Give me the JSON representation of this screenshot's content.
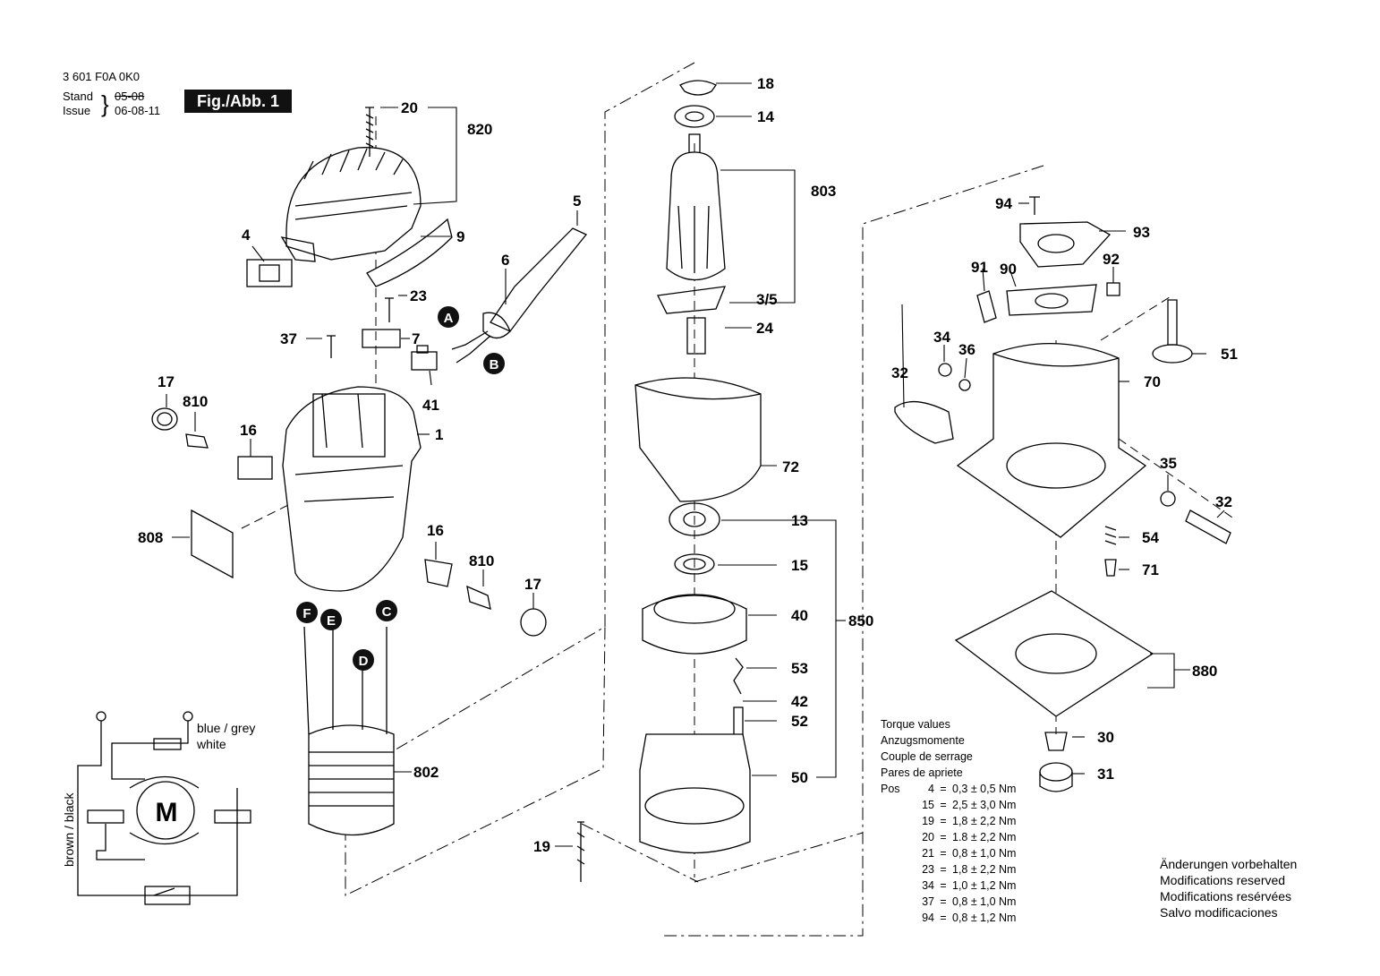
{
  "header": {
    "part_number": "3 601 F0A 0K0",
    "stand_label": "Stand",
    "stand_date": "05-08",
    "issue_label": "Issue",
    "issue_date": "06-08-11",
    "figure_label": "Fig./Abb. 1"
  },
  "callouts": [
    {
      "id": "c20",
      "text": "20"
    },
    {
      "id": "c820",
      "text": "820"
    },
    {
      "id": "c9",
      "text": "9"
    },
    {
      "id": "c4",
      "text": "4"
    },
    {
      "id": "c5",
      "text": "5"
    },
    {
      "id": "c6",
      "text": "6"
    },
    {
      "id": "c23",
      "text": "23"
    },
    {
      "id": "c37",
      "text": "37"
    },
    {
      "id": "c7",
      "text": "7"
    },
    {
      "id": "c41",
      "text": "41"
    },
    {
      "id": "c17a",
      "text": "17"
    },
    {
      "id": "c810a",
      "text": "810"
    },
    {
      "id": "c16a",
      "text": "16"
    },
    {
      "id": "c1",
      "text": "1"
    },
    {
      "id": "c808",
      "text": "808"
    },
    {
      "id": "c16b",
      "text": "16"
    },
    {
      "id": "c810b",
      "text": "810"
    },
    {
      "id": "c17b",
      "text": "17"
    },
    {
      "id": "c802",
      "text": "802"
    },
    {
      "id": "c18",
      "text": "18"
    },
    {
      "id": "c14",
      "text": "14"
    },
    {
      "id": "c803",
      "text": "803"
    },
    {
      "id": "c35",
      "text": "3/5"
    },
    {
      "id": "c24",
      "text": "24"
    },
    {
      "id": "c72",
      "text": "72"
    },
    {
      "id": "c13",
      "text": "13"
    },
    {
      "id": "c15",
      "text": "15"
    },
    {
      "id": "c40",
      "text": "40"
    },
    {
      "id": "c850",
      "text": "850"
    },
    {
      "id": "c53",
      "text": "53"
    },
    {
      "id": "c42",
      "text": "42"
    },
    {
      "id": "c52",
      "text": "52"
    },
    {
      "id": "c50",
      "text": "50"
    },
    {
      "id": "c19",
      "text": "19"
    },
    {
      "id": "c94",
      "text": "94"
    },
    {
      "id": "c93",
      "text": "93"
    },
    {
      "id": "c91",
      "text": "91"
    },
    {
      "id": "c90",
      "text": "90"
    },
    {
      "id": "c92",
      "text": "92"
    },
    {
      "id": "c51",
      "text": "51"
    },
    {
      "id": "c34",
      "text": "34"
    },
    {
      "id": "c36",
      "text": "36"
    },
    {
      "id": "c32a",
      "text": "32"
    },
    {
      "id": "c70",
      "text": "70"
    },
    {
      "id": "c35b",
      "text": "35"
    },
    {
      "id": "c32b",
      "text": "32"
    },
    {
      "id": "c54",
      "text": "54"
    },
    {
      "id": "c71",
      "text": "71"
    },
    {
      "id": "c880",
      "text": "880"
    },
    {
      "id": "c30",
      "text": "30"
    },
    {
      "id": "c31",
      "text": "31"
    }
  ],
  "connectors": [
    {
      "id": "A",
      "text": "A"
    },
    {
      "id": "B",
      "text": "B"
    },
    {
      "id": "C",
      "text": "C"
    },
    {
      "id": "D",
      "text": "D"
    },
    {
      "id": "E",
      "text": "E"
    },
    {
      "id": "F",
      "text": "F"
    }
  ],
  "wiring": {
    "motor": "M",
    "blue_grey": "blue / grey",
    "white": "white",
    "brown_black": "brown / black"
  },
  "torque": {
    "lines": [
      "Torque values",
      "Anzugsmomente",
      "Couple de serrage",
      "Pares de apriete"
    ],
    "pos_label": "Pos",
    "rows": [
      {
        "pos": "4",
        "value": "0,3 ± 0,5 Nm"
      },
      {
        "pos": "15",
        "value": "2,5 ± 3,0 Nm"
      },
      {
        "pos": "19",
        "value": "1,8 ± 2,2 Nm"
      },
      {
        "pos": "20",
        "value": "1.8 ± 2,2 Nm"
      },
      {
        "pos": "21",
        "value": "0,8 ± 1,0 Nm"
      },
      {
        "pos": "23",
        "value": "1,8 ± 2,2 Nm"
      },
      {
        "pos": "34",
        "value": "1,0 ± 1,2 Nm"
      },
      {
        "pos": "37",
        "value": "0,8 ± 1,0 Nm"
      },
      {
        "pos": "94",
        "value": "0,8 ± 1,2 Nm"
      }
    ]
  },
  "reserved": [
    "Änderungen vorbehalten",
    "Modifications reserved",
    "Modifications resérvées",
    "Salvo modificaciones"
  ]
}
